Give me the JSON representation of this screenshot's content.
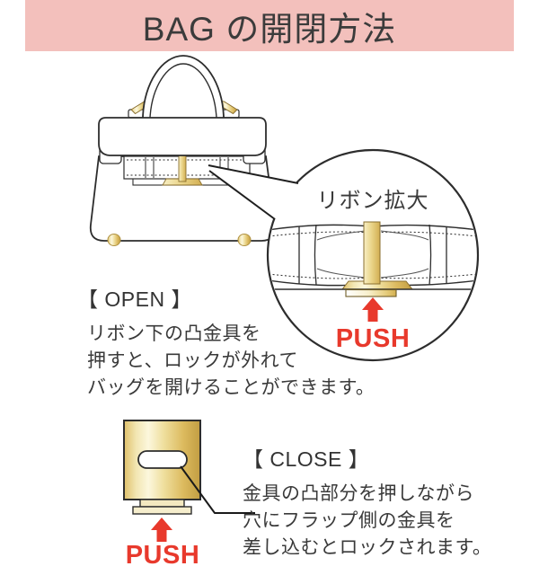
{
  "header": {
    "title": "BAG の開閉方法",
    "bg_color": "#f3c0bc",
    "text_color": "#3b3b3b"
  },
  "magnifier": {
    "label": "リボン拡大",
    "push_label": "PUSH"
  },
  "open_section": {
    "heading": "【 OPEN 】",
    "lines": [
      "リボン下の凸金具を",
      "押すと、ロックが外れて",
      "バッグを開けることができます。"
    ]
  },
  "close_section": {
    "heading": "【 CLOSE 】",
    "lines": [
      "金具の凸部分を押しながら",
      "穴にフラップ側の金具を",
      "差し込むとロックされます。"
    ],
    "push_label": "PUSH"
  },
  "colors": {
    "accent_pink": "#f3c0bc",
    "push_red": "#e8392c",
    "gold": "#e2c472",
    "line_art": "#2d2d2d"
  },
  "icons": {
    "push_arrow": "up-arrow",
    "magnifier": "circle-zoom"
  }
}
